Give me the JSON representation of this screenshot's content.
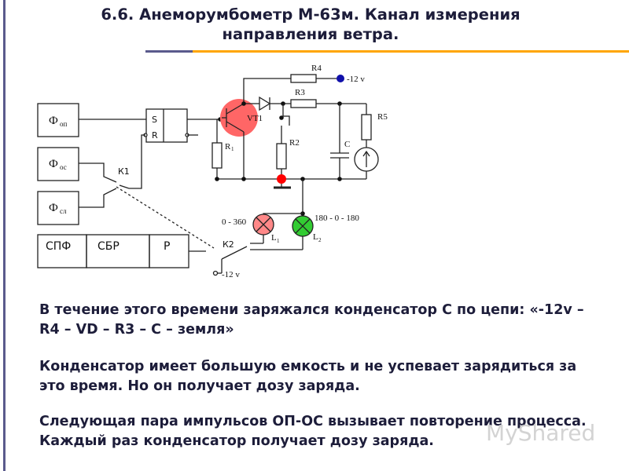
{
  "title": "6.6. Анеморумбометр М-63м. Канал измерения направления ветра.",
  "circuit": {
    "blocks": {
      "phi_op": "Ф",
      "phi_op_sub": "оп",
      "phi_os": "Ф",
      "phi_os_sub": "ос",
      "phi_sl": "Ф",
      "phi_sl_sub": "сл",
      "spf": "СПФ",
      "sbr": "СБР",
      "r": "Р"
    },
    "trigger": {
      "s": "S",
      "r": "R"
    },
    "labels": {
      "k1": "К1",
      "k2": "К2",
      "vt1": "VT1",
      "r1": "R",
      "r1_sub": "1",
      "r2": "R2",
      "r3": "R3",
      "r4": "R4",
      "r5": "R5",
      "c": "C",
      "supply_top": "-12 v",
      "supply_bottom": "-12 v",
      "range_l1": "0 - 360",
      "range_l2": "180 - 0 - 180",
      "l1": "L",
      "l1_sub": "1",
      "l2": "L",
      "l2_sub": "2"
    },
    "colors": {
      "vt1_highlight": "#ff6666",
      "l1_lamp": "#ff8888",
      "l2_lamp": "#33cc33",
      "ground_dot": "#ff0000",
      "supply_dot": "#1010aa"
    }
  },
  "paragraphs": [
    "В течение этого времени заряжался конденсатор С по цепи: «-12v – R4 – VD – R3 – C – земля»",
    "Конденсатор имеет большую емкость и не успевает зарядиться за это время. Но он получает дозу заряда.",
    "Следующая пара импульсов ОП-ОС вызывает повторение процесса. Каждый раз конденсатор получает дозу заряда."
  ],
  "watermark": "MyShared"
}
